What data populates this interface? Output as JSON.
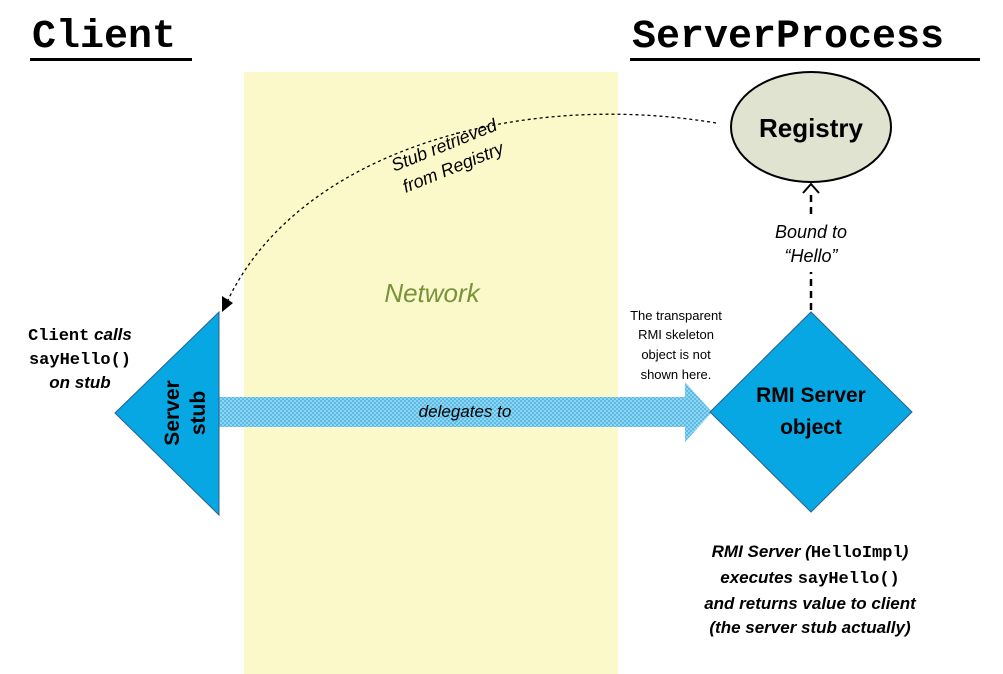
{
  "titles": {
    "client": "Client",
    "server_process": "ServerProcess"
  },
  "network_label": "Network",
  "registry_label": "Registry",
  "stub_retrieved": {
    "line1": "Stub retrieved",
    "line2": "from Registry"
  },
  "bound_to": {
    "line1": "Bound to",
    "line2": "“Hello”"
  },
  "server_stub": {
    "line1": "Server",
    "line2": "stub"
  },
  "delegates_label": "delegates to",
  "rmi_server_object": {
    "line1": "RMI Server",
    "line2": "object"
  },
  "skeleton_note": {
    "line1": "The transparent",
    "line2": "RMI skeleton",
    "line3": "object is not",
    "line4": "shown here."
  },
  "client_note": {
    "code_client": "Client",
    "calls": " calls",
    "code_method": "sayHello()",
    "on_stub": "on stub"
  },
  "server_note": {
    "rmi_server": "RMI Server (",
    "code_impl": "HelloImpl",
    "close_paren": ")",
    "executes": "executes ",
    "code_method": "sayHello()",
    "returns": "and returns value to client",
    "stub_actually": "(the server stub actually)"
  },
  "colors": {
    "network_band": "#fbf9c9",
    "registry_fill": "#dfe3d0",
    "shape_blue": "#06a7e2",
    "arrow_blue": "#8fd4f1",
    "network_text": "#77933c"
  }
}
